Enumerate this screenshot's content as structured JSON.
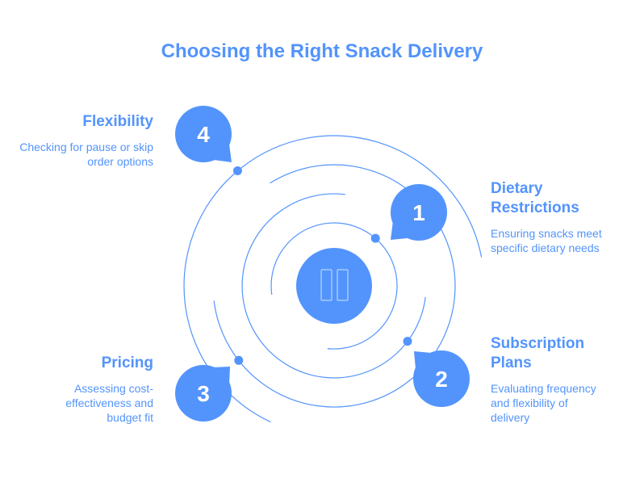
{
  "title": "Choosing the Right Snack Delivery",
  "colors": {
    "accent": "#5394fc",
    "line": "#5394fc",
    "background": "#ffffff",
    "badge_text": "#ffffff"
  },
  "center": {
    "icon": "missing-glyph-icon"
  },
  "items": [
    {
      "number": "1",
      "heading": "Dietary Restrictions",
      "heading_lines": [
        "Dietary",
        "Restrictions"
      ],
      "description": "Ensuring snacks meet specific dietary needs"
    },
    {
      "number": "2",
      "heading": "Subscription Plans",
      "heading_lines": [
        "Subscription",
        "Plans"
      ],
      "description": "Evaluating frequency and flexibility of delivery"
    },
    {
      "number": "3",
      "heading": "Pricing",
      "heading_lines": [
        "Pricing"
      ],
      "description": "Assessing cost-effectiveness and budget fit"
    },
    {
      "number": "4",
      "heading": "Flexibility",
      "heading_lines": [
        "Flexibility"
      ],
      "description": "Checking for pause or skip order options"
    }
  ]
}
